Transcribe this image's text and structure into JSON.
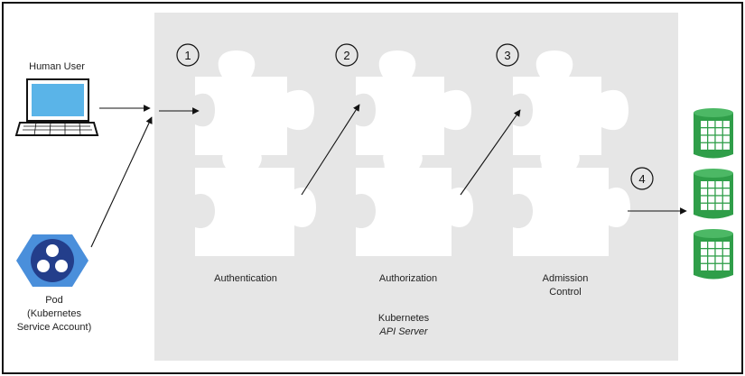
{
  "diagram": {
    "actors": {
      "human_user": {
        "label": "Human User"
      },
      "pod": {
        "label_lines": [
          "Pod",
          "(Kubernetes",
          "Service Account)"
        ]
      }
    },
    "api_server": {
      "label": "Kubernetes",
      "label_italic": "API Server"
    },
    "stages": [
      {
        "number": "1",
        "label_lines": [
          "Authentication"
        ]
      },
      {
        "number": "2",
        "label_lines": [
          "Authorization"
        ]
      },
      {
        "number": "3",
        "label_lines": [
          "Admission",
          "Control"
        ]
      },
      {
        "number": "4",
        "label_lines": []
      }
    ],
    "datastore": {
      "icon": "database-table-icon",
      "count": 3
    },
    "colors": {
      "server_bg": "#e6e6e6",
      "puzzle": "#ffffff",
      "laptop_screen": "#5ab4e8",
      "pod_hex": "#4a8fdb",
      "pod_circle": "#233e8b",
      "datastore": "#2f9e49",
      "line": "#111111"
    }
  }
}
